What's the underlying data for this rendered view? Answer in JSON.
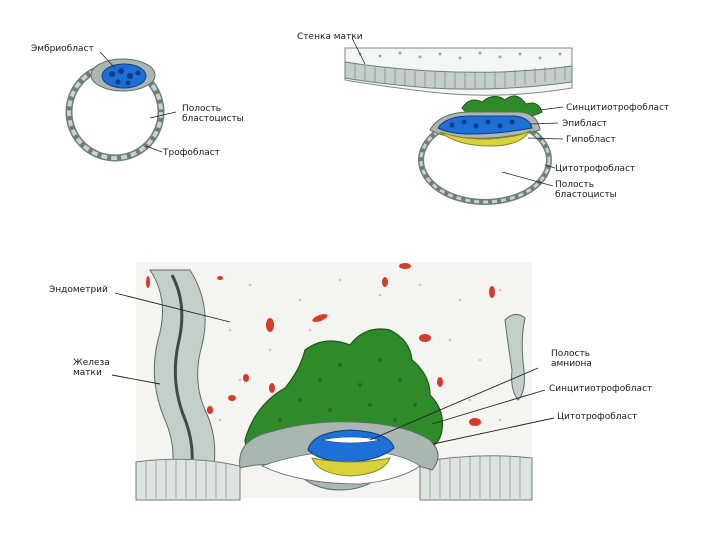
{
  "labels": {
    "embryoblast": "Эмбриобласт",
    "blastocyst_cavity_1a": "Полость",
    "blastocyst_cavity_1b": "бластоцисты",
    "trophoblast": "Трофобласт",
    "uterine_wall": "Стенка матки",
    "syncytiotrophoblast_1": "Синцитиотрофобласт",
    "epiblast": "Эпибласт",
    "hypoblast": "Гипобласт",
    "cytotrophoblast_1": "Цитотрофобласт",
    "blastocyst_cavity_2a": "Полость",
    "blastocyst_cavity_2b": "бластоцисты",
    "endometrium": "Эндометрий",
    "uterine_gland_a": "Железа",
    "uterine_gland_b": "матки",
    "amnion_cavity_a": "Полость",
    "amnion_cavity_b": "амниона",
    "syncytiotrophoblast_2": "Синцитиотрофобласт",
    "cytotrophoblast_2": "Цитотрофобласт"
  },
  "colors": {
    "embryoblast_blue": "#1e6fd6",
    "epithelium_gray": "#9aa7a0",
    "syncytio_green": "#2f8a2a",
    "hypoblast_yellow": "#d9d23a",
    "vessel_red": "#d63a2a"
  }
}
